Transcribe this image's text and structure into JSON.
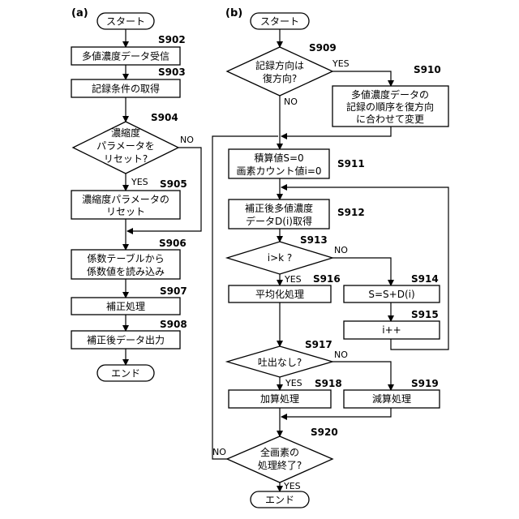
{
  "panels": {
    "a": "(a)",
    "b": "(b)"
  },
  "a": {
    "start": "スタート",
    "s902": {
      "step": "S902",
      "text": "多値濃度データ受信"
    },
    "s903": {
      "step": "S903",
      "text": "記録条件の取得"
    },
    "s904": {
      "step": "S904",
      "lines": [
        "濃縮度",
        "パラメータを",
        "リセット?"
      ],
      "yes": "YES",
      "no": "NO"
    },
    "s905": {
      "step": "S905",
      "lines": [
        "濃縮度パラメータの",
        "リセット"
      ]
    },
    "s906": {
      "step": "S906",
      "lines": [
        "係数テーブルから",
        "係数値を読み込み"
      ]
    },
    "s907": {
      "step": "S907",
      "text": "補正処理"
    },
    "s908": {
      "step": "S908",
      "text": "補正後データ出力"
    },
    "end": "エンド"
  },
  "b": {
    "start": "スタート",
    "s909": {
      "step": "S909",
      "lines": [
        "記録方向は",
        "復方向?"
      ],
      "yes": "YES",
      "no": "NO"
    },
    "s910": {
      "step": "S910",
      "lines": [
        "多値濃度データの",
        "記録の順序を復方向",
        "に合わせて変更"
      ]
    },
    "s911": {
      "step": "S911",
      "lines": [
        "積算値S=0",
        "画素カウント値i=0"
      ]
    },
    "s912": {
      "step": "S912",
      "lines": [
        "補正後多値濃度",
        "データD(i)取得"
      ]
    },
    "s913": {
      "step": "S913",
      "text": "i>k ?",
      "yes": "YES",
      "no": "NO"
    },
    "s914": {
      "step": "S914",
      "text": "S=S+D(i)"
    },
    "s915": {
      "step": "S915",
      "text": "i++"
    },
    "s916": {
      "step": "S916",
      "text": "平均化処理"
    },
    "s917": {
      "step": "S917",
      "text": "吐出なし?",
      "yes": "YES",
      "no": "NO"
    },
    "s918": {
      "step": "S918",
      "text": "加算処理"
    },
    "s919": {
      "step": "S919",
      "text": "減算処理"
    },
    "s920": {
      "step": "S920",
      "lines": [
        "全画素の",
        "処理終了?"
      ],
      "yes": "YES",
      "no": "NO"
    },
    "end": "エンド"
  }
}
